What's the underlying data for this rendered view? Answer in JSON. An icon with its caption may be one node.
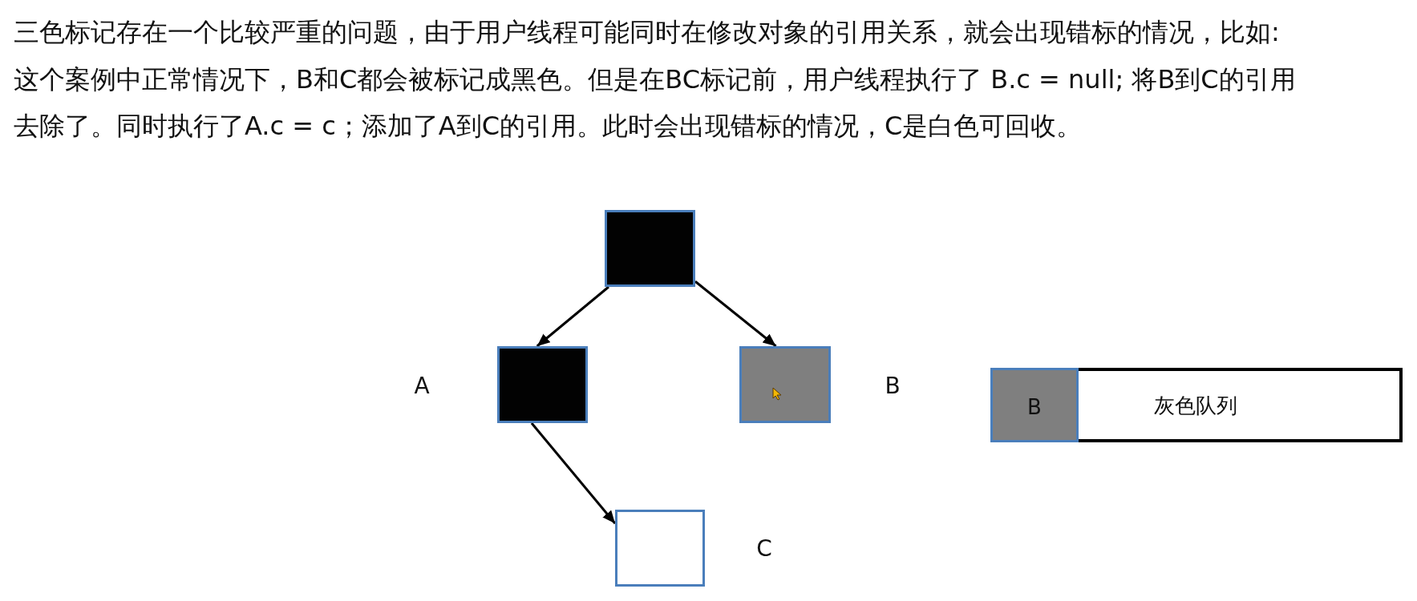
{
  "diagram": {
    "nodes": [
      {
        "text": [],
        "shape": "box"
      },
      {
        "text": [],
        "shape": "box",
        "beside": [
          "A"
        ]
      },
      {
        "text": [],
        "shape": "box",
        "beside": [
          "B"
        ]
      },
      {
        "text": [],
        "shape": "box",
        "beside": [
          "C"
        ]
      },
      {
        "text": [
          "灰色队列"
        ]
      },
      {
        "text": [
          "B"
        ],
        "in": 4
      }
    ],
    "edges": [
      {
        "from": 0,
        "to": 1,
        "arrow": "to"
      },
      {
        "from": 0,
        "to": 2,
        "arrow": "to"
      },
      {
        "from": 1,
        "to": 3,
        "arrow": "to"
      }
    ],
    "labels": [
      "三色标记存在一个比较严重的问题，由于用户线程可能同时在修改对象的引用关系，就会出现错标的情况，比如:",
      "这个案例中正常情况下，B和C都会被标记成黑色。但是在BC标记前，用户线程执行了 B.c = null; 将B到C的引用去除了。同时执行了A.c = c；添加了A到C的引用。此时会出现错标的情况，C是白色可回收。"
    ]
  }
}
